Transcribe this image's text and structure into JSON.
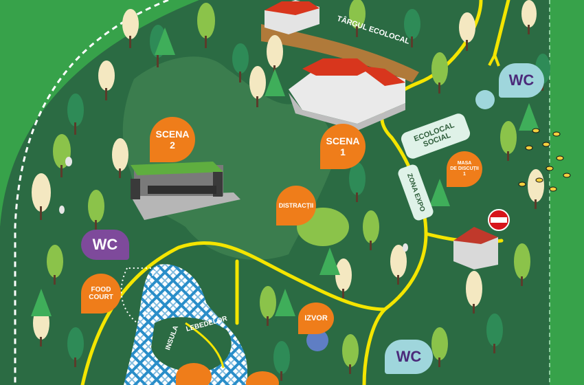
{
  "map": {
    "labels": {
      "targ": "TÂRGUL ECOLOCAL",
      "eco_social_1": "ECOLOCAL",
      "eco_social_2": "SOCIAL",
      "zona_expo": "ZONA EXPO",
      "scena2_1": "SCENA",
      "scena2_2": "2",
      "scena1_1": "SCENA",
      "scena1_2": "1",
      "distractii": "DISTRACȚII",
      "masa_1": "MASA",
      "masa_2": "DE DISCUȚII",
      "masa_3": "1",
      "food_1": "FOOD",
      "food_2": "COURT",
      "izvor": "IZVOR",
      "insula": "INSULA",
      "lebedelor": "LEBEDELOR",
      "wc": "WC"
    },
    "colors": {
      "forest": "#2b6b43",
      "border_green": "#37a24a",
      "path_yellow": "#f4e500",
      "orange_pin": "#ef7d1a",
      "wc_light": "#9fd6dc",
      "wc_purple": "#7e4a9b",
      "lake_blue": "#2a8ec9",
      "clearing": "#3b7d4e",
      "brown_strip": "#b07a3a"
    },
    "icons": [
      "tree-icon",
      "stage-icon",
      "building-icon",
      "no-entry-sign-icon",
      "bee-icon",
      "rabbit-icon",
      "location-pin-icon"
    ]
  }
}
